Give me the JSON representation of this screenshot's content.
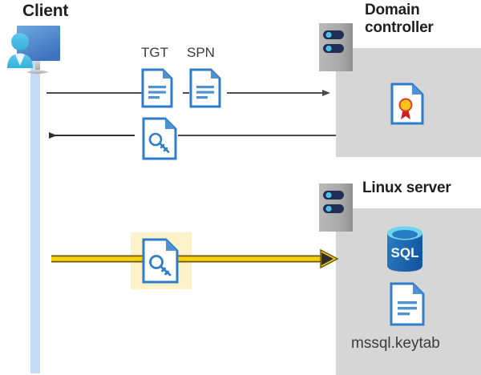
{
  "diagram": {
    "title_client": "Client",
    "title_domain_controller": "Domain\ncontroller",
    "title_domain_controller_line1": "Domain",
    "title_domain_controller_line2": "controller",
    "title_linux_server": "Linux server",
    "labels": {
      "tgt": "TGT",
      "spn": "SPN",
      "keytab_file": "mssql.keytab",
      "sql_icon_text": "SQL"
    },
    "icons": {
      "client": "user-with-monitor-icon",
      "server_dc": "server-rack-icon",
      "server_linux": "server-rack-icon",
      "tgt_doc": "document-icon",
      "spn_doc": "document-icon",
      "ticket_key_doc": "document-with-key-icon",
      "session_key_doc": "document-with-key-icon",
      "certificate": "document-with-certificate-seal-icon",
      "sql_database": "sql-database-cylinder-icon",
      "keytab_doc": "document-icon"
    },
    "flows": [
      {
        "id": "request-tgt-spn",
        "direction": "right",
        "from": "client",
        "to": "domain-controller",
        "style": "solid-gray",
        "carries": [
          "TGT",
          "SPN"
        ]
      },
      {
        "id": "return-service-ticket",
        "direction": "left",
        "from": "domain-controller",
        "to": "client",
        "style": "solid-gray",
        "carries": [
          "document-with-key-icon"
        ]
      },
      {
        "id": "present-ticket-to-linux",
        "direction": "right",
        "from": "client",
        "to": "linux-server",
        "style": "solid-yellow-highlighted",
        "carries": [
          "document-with-key-icon"
        ]
      }
    ],
    "colors": {
      "panel_gray": "#d6d6d6",
      "lifeline_blue": "#c5dcf8",
      "highlight_yellow": "#fdf2c9",
      "arrow_yellow": "#f5c400",
      "arrow_gray": "#4a4a4a",
      "icon_blue": "#2f7cc9",
      "sql_blue": "#1d6fba",
      "text_dark": "#1f1f1f"
    }
  }
}
